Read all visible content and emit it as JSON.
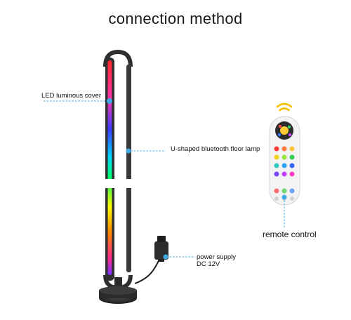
{
  "title": "connection method",
  "labels": {
    "led_cover": "LED luminous cover",
    "u_lamp": "U-shaped bluetooth floor lamp",
    "power_line1": "power supply",
    "power_line2": "DC 12V",
    "remote": "remote control"
  },
  "colors": {
    "accent_line": "#3fa9e6",
    "lamp_body": "#3a3a3c",
    "icon_wifi": "#f2c200"
  }
}
